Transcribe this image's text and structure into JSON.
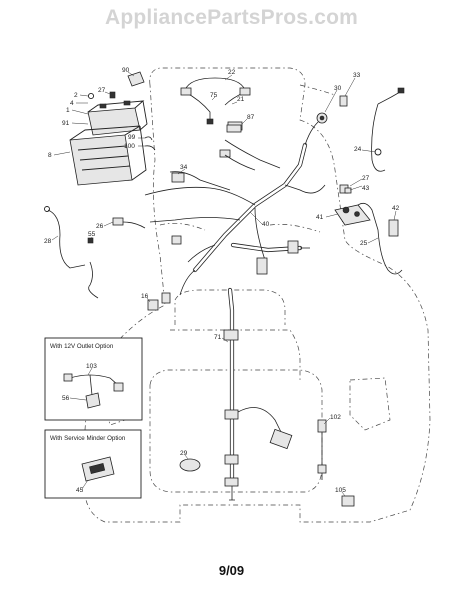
{
  "watermark": "AppliancePartsPros.com",
  "page_number": "9/09",
  "insets": {
    "outlet": {
      "title": "With 12V Outlet Option"
    },
    "minder": {
      "title": "With Service Minder Option"
    }
  },
  "callouts": [
    {
      "id": "c-90",
      "label": "90"
    },
    {
      "id": "c-22",
      "label": "22"
    },
    {
      "id": "c-75",
      "label": "75"
    },
    {
      "id": "c-21",
      "label": "21"
    },
    {
      "id": "c-33",
      "label": "33"
    },
    {
      "id": "c-30",
      "label": "30"
    },
    {
      "id": "c-2",
      "label": "2"
    },
    {
      "id": "c-27a",
      "label": "27"
    },
    {
      "id": "c-4",
      "label": "4"
    },
    {
      "id": "c-1",
      "label": "1"
    },
    {
      "id": "c-91",
      "label": "91"
    },
    {
      "id": "c-87",
      "label": "87"
    },
    {
      "id": "c-99",
      "label": "99"
    },
    {
      "id": "c-100",
      "label": "100"
    },
    {
      "id": "c-8",
      "label": "8"
    },
    {
      "id": "c-24",
      "label": "24"
    },
    {
      "id": "c-34",
      "label": "34"
    },
    {
      "id": "c-43",
      "label": "43"
    },
    {
      "id": "c-27b",
      "label": "27"
    },
    {
      "id": "c-40",
      "label": "40"
    },
    {
      "id": "c-26",
      "label": "26"
    },
    {
      "id": "c-41",
      "label": "41"
    },
    {
      "id": "c-42",
      "label": "42"
    },
    {
      "id": "c-28",
      "label": "28"
    },
    {
      "id": "c-55",
      "label": "55"
    },
    {
      "id": "c-25",
      "label": "25"
    },
    {
      "id": "c-16",
      "label": "16"
    },
    {
      "id": "c-71",
      "label": "71"
    },
    {
      "id": "c-103",
      "label": "103"
    },
    {
      "id": "c-56",
      "label": "56"
    },
    {
      "id": "c-102",
      "label": "102"
    },
    {
      "id": "c-29",
      "label": "29"
    },
    {
      "id": "c-45",
      "label": "45"
    },
    {
      "id": "c-105",
      "label": "105"
    }
  ]
}
